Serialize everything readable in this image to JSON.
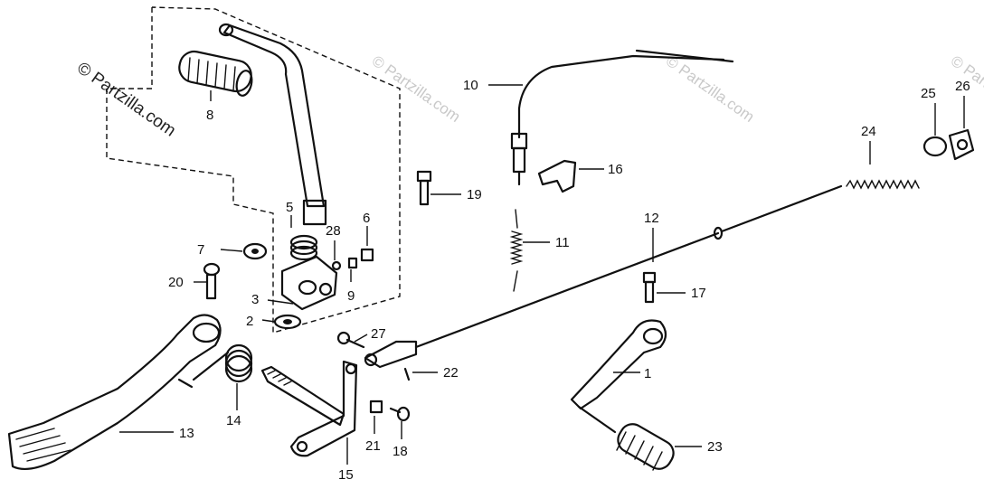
{
  "watermarks": {
    "main": "© Partzilla.com",
    "faint": "© Partzilla.com"
  },
  "callouts": {
    "c1": "1",
    "c2": "2",
    "c3": "3",
    "c5": "5",
    "c6": "6",
    "c7": "7",
    "c8": "8",
    "c9": "9",
    "c10": "10",
    "c11": "11",
    "c12": "12",
    "c13": "13",
    "c14": "14",
    "c15": "15",
    "c16": "16",
    "c17": "17",
    "c18": "18",
    "c19": "19",
    "c20": "20",
    "c21": "21",
    "c22": "22",
    "c23": "23",
    "c24": "24",
    "c25": "25",
    "c26": "26",
    "c27": "27",
    "c28": "28"
  }
}
